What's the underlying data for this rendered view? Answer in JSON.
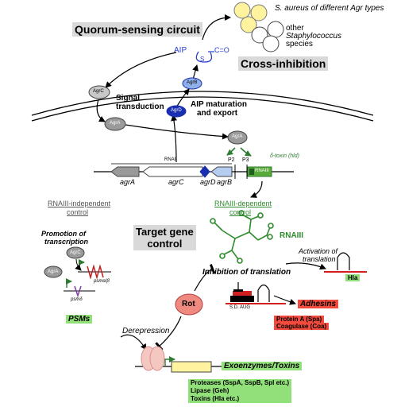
{
  "labels": {
    "qs_circuit": "Quorum-sensing circuit",
    "cross_inhibition": "Cross-inhibition",
    "s_aureus": "S. aureus of different Agr types",
    "other_staph_1": "other",
    "other_staph_2": "Staphylococcus",
    "other_staph_3": "species",
    "aip": "AIP",
    "aip_co": "C=O",
    "aip_s": "S",
    "agrc_prot": "AgrC",
    "agrb_prot": "AgrB",
    "agrd_prot": "AgrD",
    "agra_prot1": "AgrA",
    "agra_prot2": "AgrA",
    "signal_1": "Signal",
    "signal_2": "transduction",
    "aip_mat_1": "AIP maturation",
    "aip_mat_2": "and export",
    "rnaii": "RNAII",
    "p2": "P2",
    "p3": "P3",
    "delta_toxin": "δ-toxin (hld)",
    "rnaiii_gene": "RNAIII",
    "agrA": "agrA",
    "agrC": "agrC",
    "agrD": "agrD",
    "agrB": "agrB",
    "rnaiii_indep_1": "RNAIII-independent",
    "rnaiii_indep_2": "control",
    "rnaiii_dep_1": "RNAIII-dependent",
    "rnaiii_dep_2": "control",
    "target_1": "Target gene",
    "target_2": "control",
    "promotion_1": "Promotion of",
    "promotion_2": "transcription",
    "agrc_small": "AgrC",
    "agra_small": "AgrA",
    "psm_ab": "psmα/β",
    "psm_d": "psmδ",
    "psms": "PSMs",
    "rnaiii_label": "RNAIII",
    "activation_1": "Activation of",
    "activation_2": "translation",
    "hla": "Hla",
    "inhibition": "Inhibition of translation",
    "rot": "Rot",
    "sd_aug": "S.D. AUG",
    "adhesins": "Adhesins",
    "protein_a": "Protein A (Spa)",
    "coagulase": "Coagulase (Coa)",
    "derepression": "Derepression",
    "exoenzymes": "Exoenzymes/Toxins",
    "proteases": "Proteases (SspA, SspB, Spl etc.)",
    "lipase": "Lipase (Geh)",
    "toxins": "Toxins (Hla etc.)"
  },
  "colors": {
    "green_box": "#92e07a",
    "red_box": "#f24a3c",
    "gray_box": "#d9d9d9",
    "aip_blue": "#2a3fd0",
    "agrd_blue": "#1a2fb0",
    "agrb_blue": "#8fb0e8",
    "rnaii_green": "#5aaa3a",
    "arrow_green": "#2e7d32",
    "rot_red": "#f08a80",
    "yellow": "#fff3a0"
  }
}
